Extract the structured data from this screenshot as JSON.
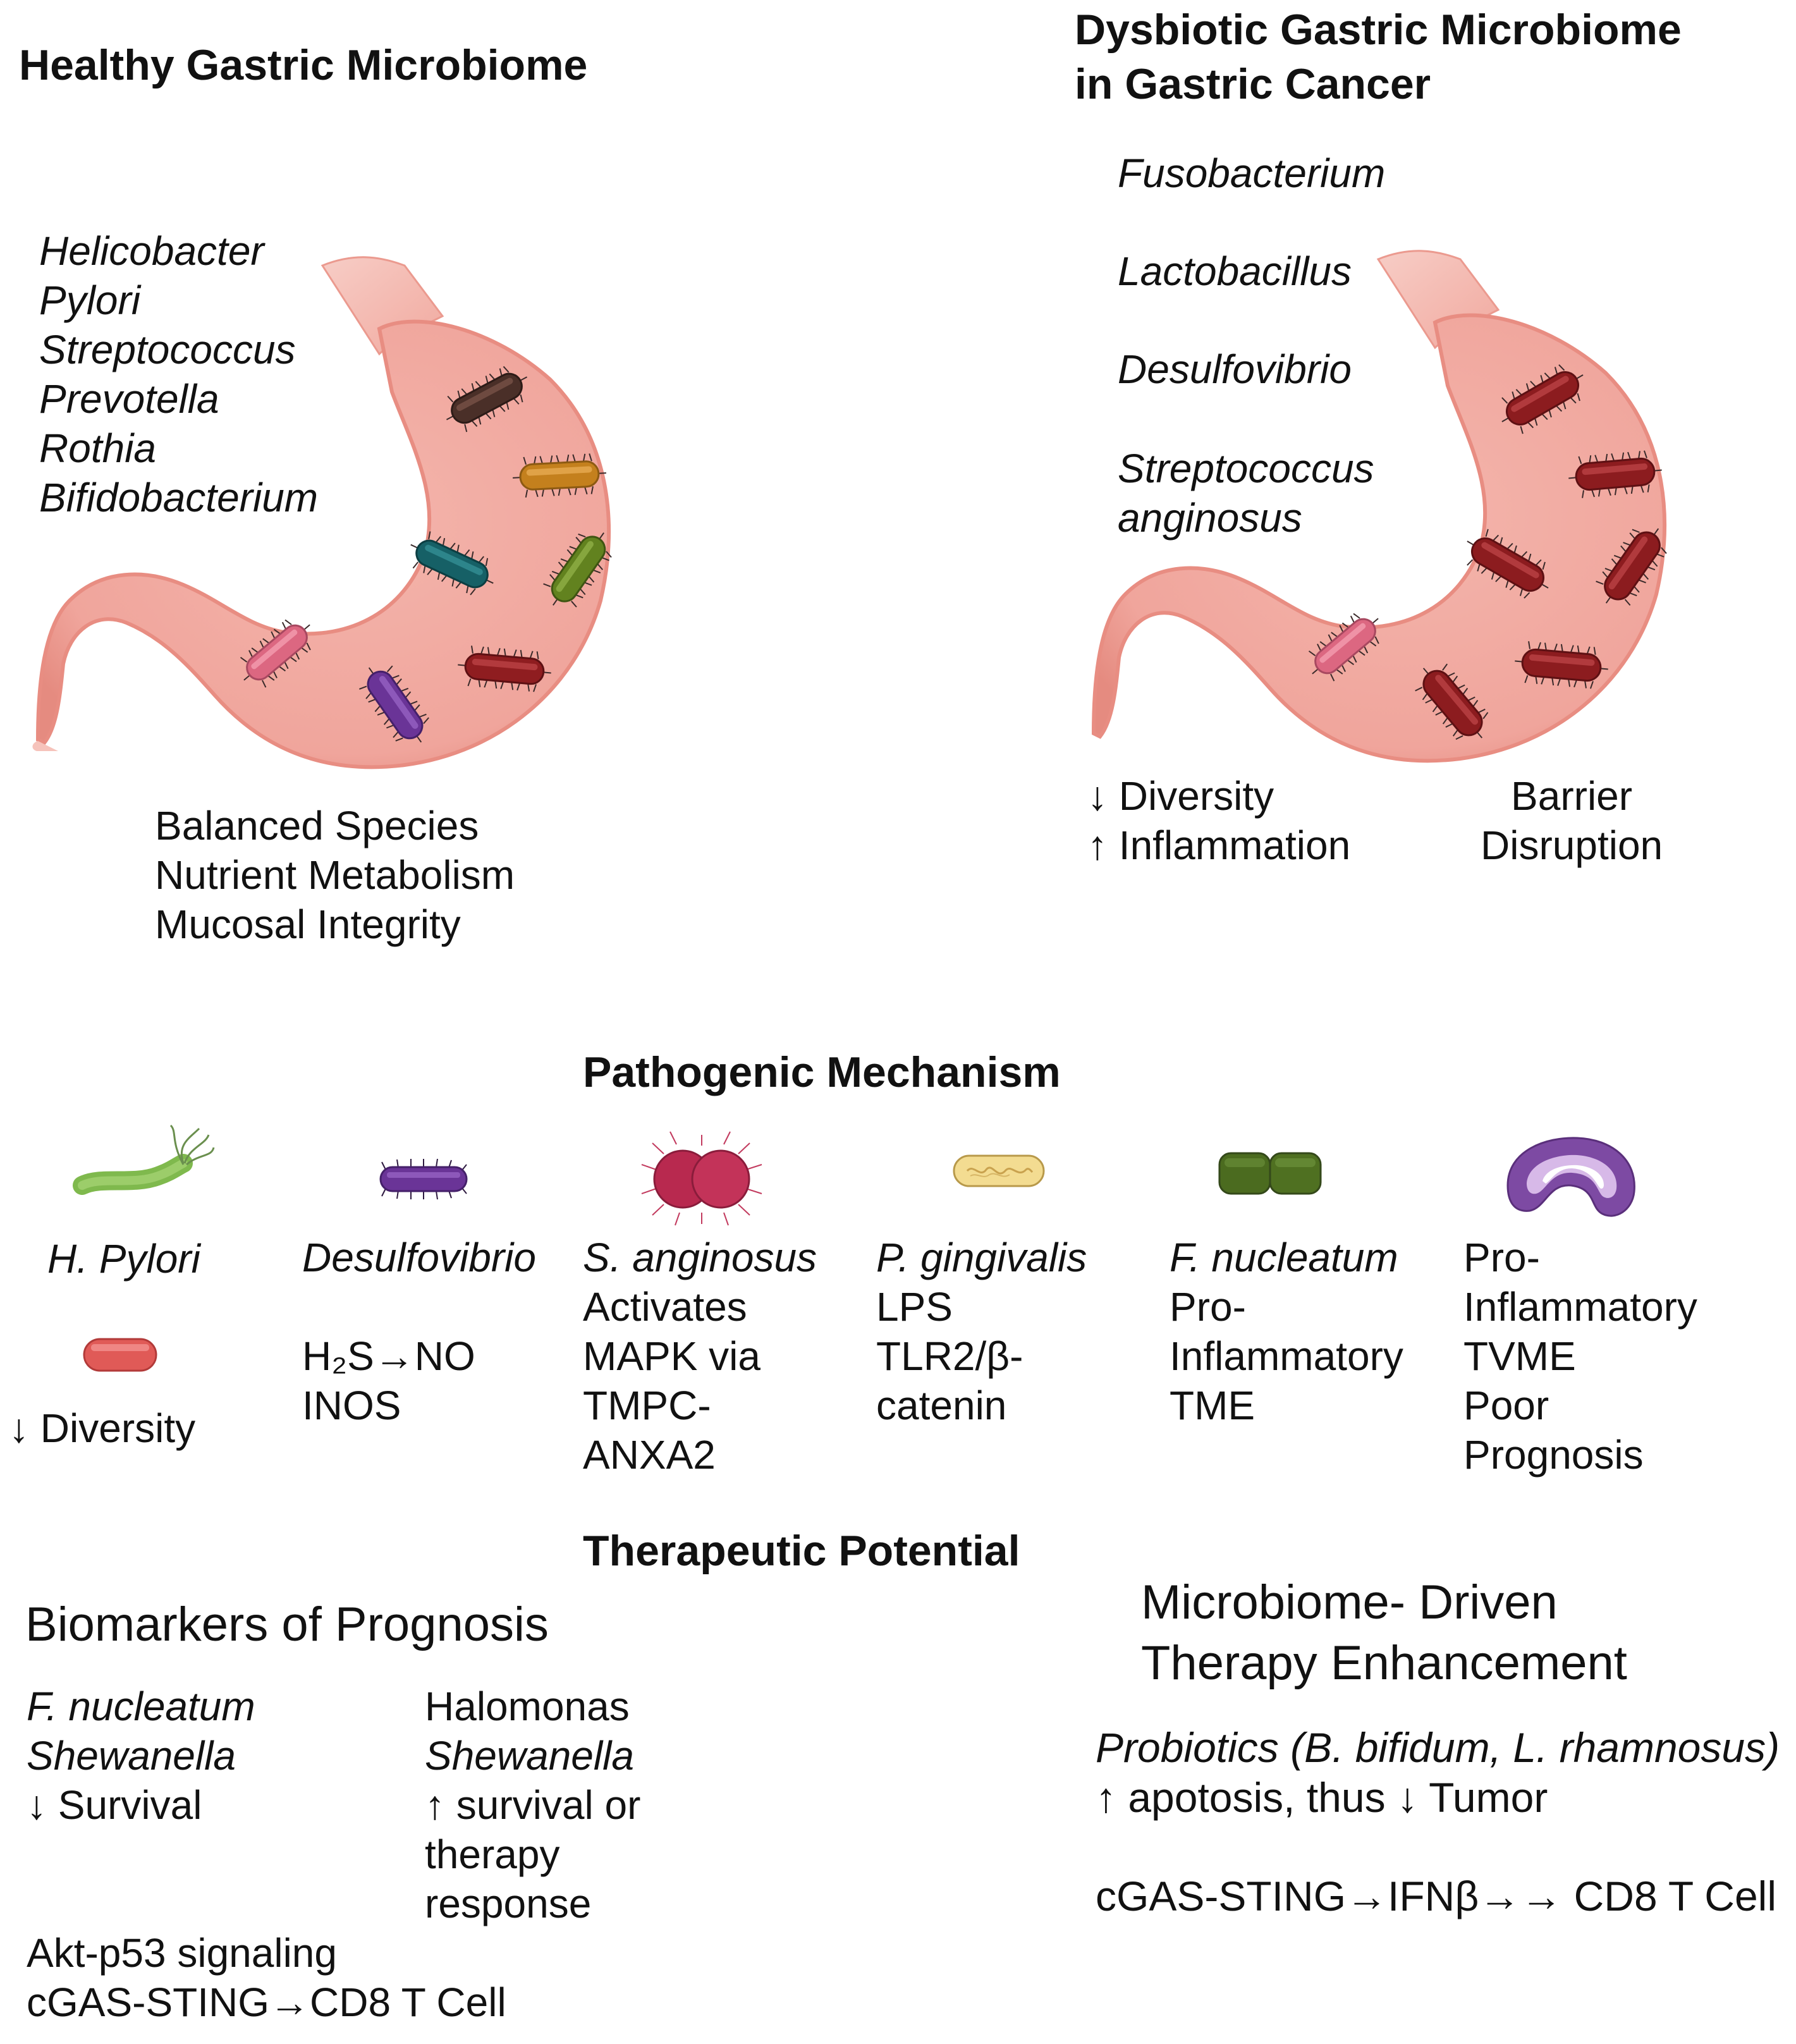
{
  "healthy": {
    "title": "Healthy Gastric Microbiome",
    "species": [
      "Helicobacter",
      "Pylori",
      "Streptococcus",
      "Prevotella",
      "Rothia",
      "Bifidobacterium"
    ],
    "effects": [
      "Balanced Species",
      "Nutrient Metabolism",
      "Mucosal Integrity"
    ]
  },
  "dysbiotic": {
    "title_lines": [
      "Dysbiotic Gastric Microbiome",
      "in Gastric Cancer"
    ],
    "species": [
      "Fusobacterium",
      "Lactobacillus",
      "Desulfovibrio",
      "Streptococcus",
      "anginosus"
    ],
    "effects_left": [
      "↓ Diversity",
      "↑ Inflammation"
    ],
    "effects_right": [
      "Barrier",
      "Disruption"
    ]
  },
  "pathogenic": {
    "title": "Pathogenic Mechanism",
    "columns": [
      {
        "name": "H. Pylori",
        "lines": []
      },
      {
        "name": "Desulfovibrio",
        "lines": [
          "H₂S→NO",
          "INOS"
        ]
      },
      {
        "name": "S. anginosus",
        "lines": [
          "Activates",
          "MAPK via",
          "TMPC-",
          "ANXA2"
        ]
      },
      {
        "name": "P. gingivalis",
        "lines": [
          "LPS",
          "TLR2/β-",
          "catenin"
        ]
      },
      {
        "name": "F. nucleatum",
        "lines": [
          "Pro-",
          "Inflammatory",
          "TME"
        ]
      },
      {
        "name": "",
        "lines": [
          "Pro-",
          "Inflammatory",
          "TVME",
          "Poor",
          "Prognosis"
        ]
      }
    ],
    "diversity_note": "↓ Diversity"
  },
  "therapeutic": {
    "title": "Therapeutic Potential",
    "biomarkers": {
      "heading": "Biomarkers of Prognosis",
      "left_species": [
        "F. nucleatum",
        "Shewanella"
      ],
      "left_effect": "↓ Survival",
      "right_genus": "Halomonas",
      "right_species": "Shewanella",
      "right_effects": [
        "↑ survival or",
        "therapy",
        "response"
      ],
      "signaling": [
        "Akt-p53 signaling",
        "cGAS-STING→CD8 T Cell"
      ]
    },
    "enhancement": {
      "heading_lines": [
        "Microbiome- Driven",
        "Therapy Enhancement"
      ],
      "probiotics": "Probiotics (B. bifidum, L. rhamnosus)",
      "effect": "↑ apotosis, thus ↓ Tumor",
      "pathway": "cGAS-STING→IFNβ→→ CD8 T Cell"
    }
  },
  "colors": {
    "stomach_fill": "#f2aca3",
    "stomach_edge": "#e88d82",
    "esophagus": "#f6c3bb",
    "cancer_bacteria": "#8c1c1f"
  }
}
